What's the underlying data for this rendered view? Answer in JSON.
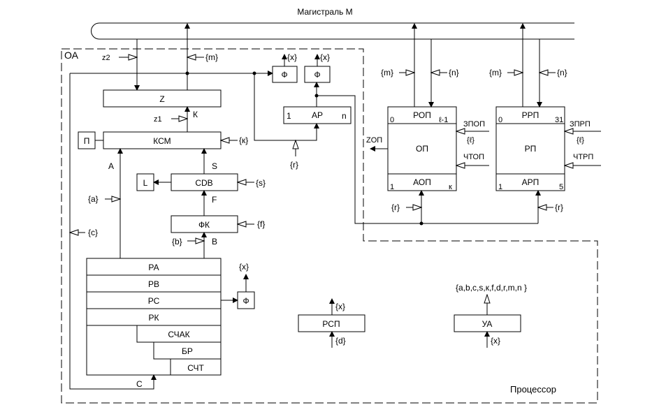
{
  "title": "Магистраль М",
  "oa_label": "ОА",
  "processor_label": "Процессор",
  "blocks": {
    "z": "Z",
    "ksm": "КСМ",
    "p": "П",
    "cdb": "CDB",
    "l": "L",
    "fk": "ФК",
    "phi1": "Ф",
    "phi2": "Ф",
    "phi3": "Ф",
    "ar": "АР",
    "ar_left": "1",
    "ar_right": "n",
    "ra": "РА",
    "rb": "РВ",
    "rc": "РС",
    "rk": "РК",
    "schak": "СЧАК",
    "br": "БР",
    "scht": "СЧТ",
    "rsp": "РСП",
    "ua": "УА"
  },
  "signals": {
    "z2": "z2",
    "z1": "z1",
    "m": "{m}",
    "k_set": "{к}",
    "k": "К",
    "a_bus": "A",
    "s_bus": "S",
    "f_bus": "F",
    "b_bus": "B",
    "c_bus": "C",
    "a": "{a}",
    "c": "{c}",
    "b": "{b}",
    "s": "{s}",
    "f": "{f}",
    "r": "{r}",
    "x": "{x}",
    "d": "{d}",
    "ua_out": "{a,b,c,s,к,f,d,r,m,n }"
  },
  "op": {
    "name": "ОП",
    "top": "РОП",
    "top_left": "0",
    "top_right": "ℓ-1",
    "bottom": "АОП",
    "bottom_left": "1",
    "bottom_right": "к",
    "m": "{m}",
    "n": "{n}",
    "write": "ЗПОП",
    "l": "{ℓ}",
    "read": "ЧТОП",
    "z": "ZОП",
    "r": "{r}"
  },
  "rp": {
    "name": "РП",
    "top": "РРП",
    "top_left": "0",
    "top_right": "31",
    "bottom": "АРП",
    "bottom_left": "1",
    "bottom_right": "5",
    "m": "{m}",
    "n": "{n}",
    "write": "ЗПРП",
    "l": "{ℓ}",
    "read": "ЧТРП",
    "r": "{r}"
  }
}
